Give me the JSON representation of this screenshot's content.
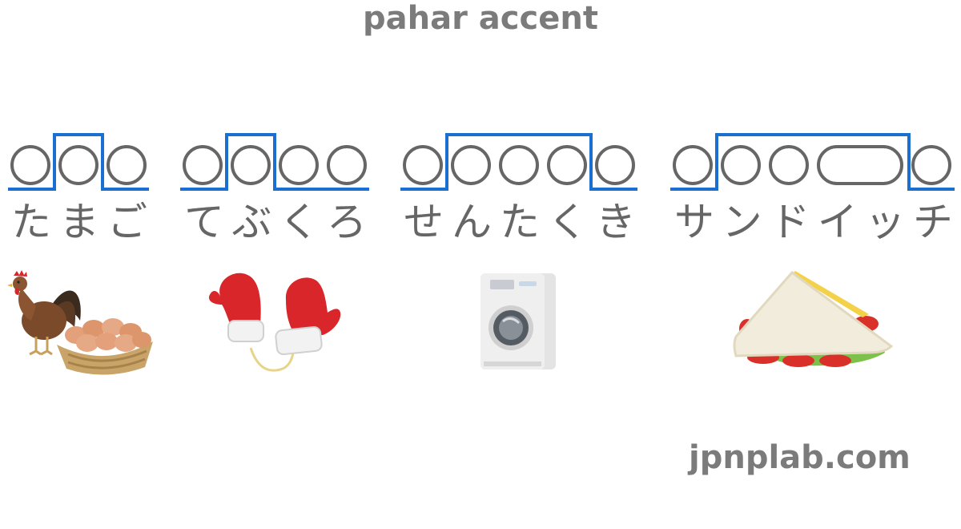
{
  "title": "pahar accent",
  "credit": "jpnplab.com",
  "colors": {
    "pitch_line": "#1a6fd1",
    "mora_circle": "#666666",
    "text": "#7b7b7b"
  },
  "words": [
    {
      "kana": [
        "た",
        "ま",
        "ご"
      ],
      "meaning_icon": "rooster-and-egg-basket-icon"
    },
    {
      "kana": [
        "て",
        "ぶ",
        "く",
        "ろ"
      ],
      "meaning_icon": "red-mittens-icon"
    },
    {
      "kana": [
        "せ",
        "ん",
        "た",
        "く",
        "き"
      ],
      "meaning_icon": "washing-machine-icon"
    },
    {
      "kana": [
        "サ",
        "ン",
        "ド",
        "イ",
        "ッ",
        "チ"
      ],
      "meaning_icon": "sandwich-icon"
    }
  ]
}
